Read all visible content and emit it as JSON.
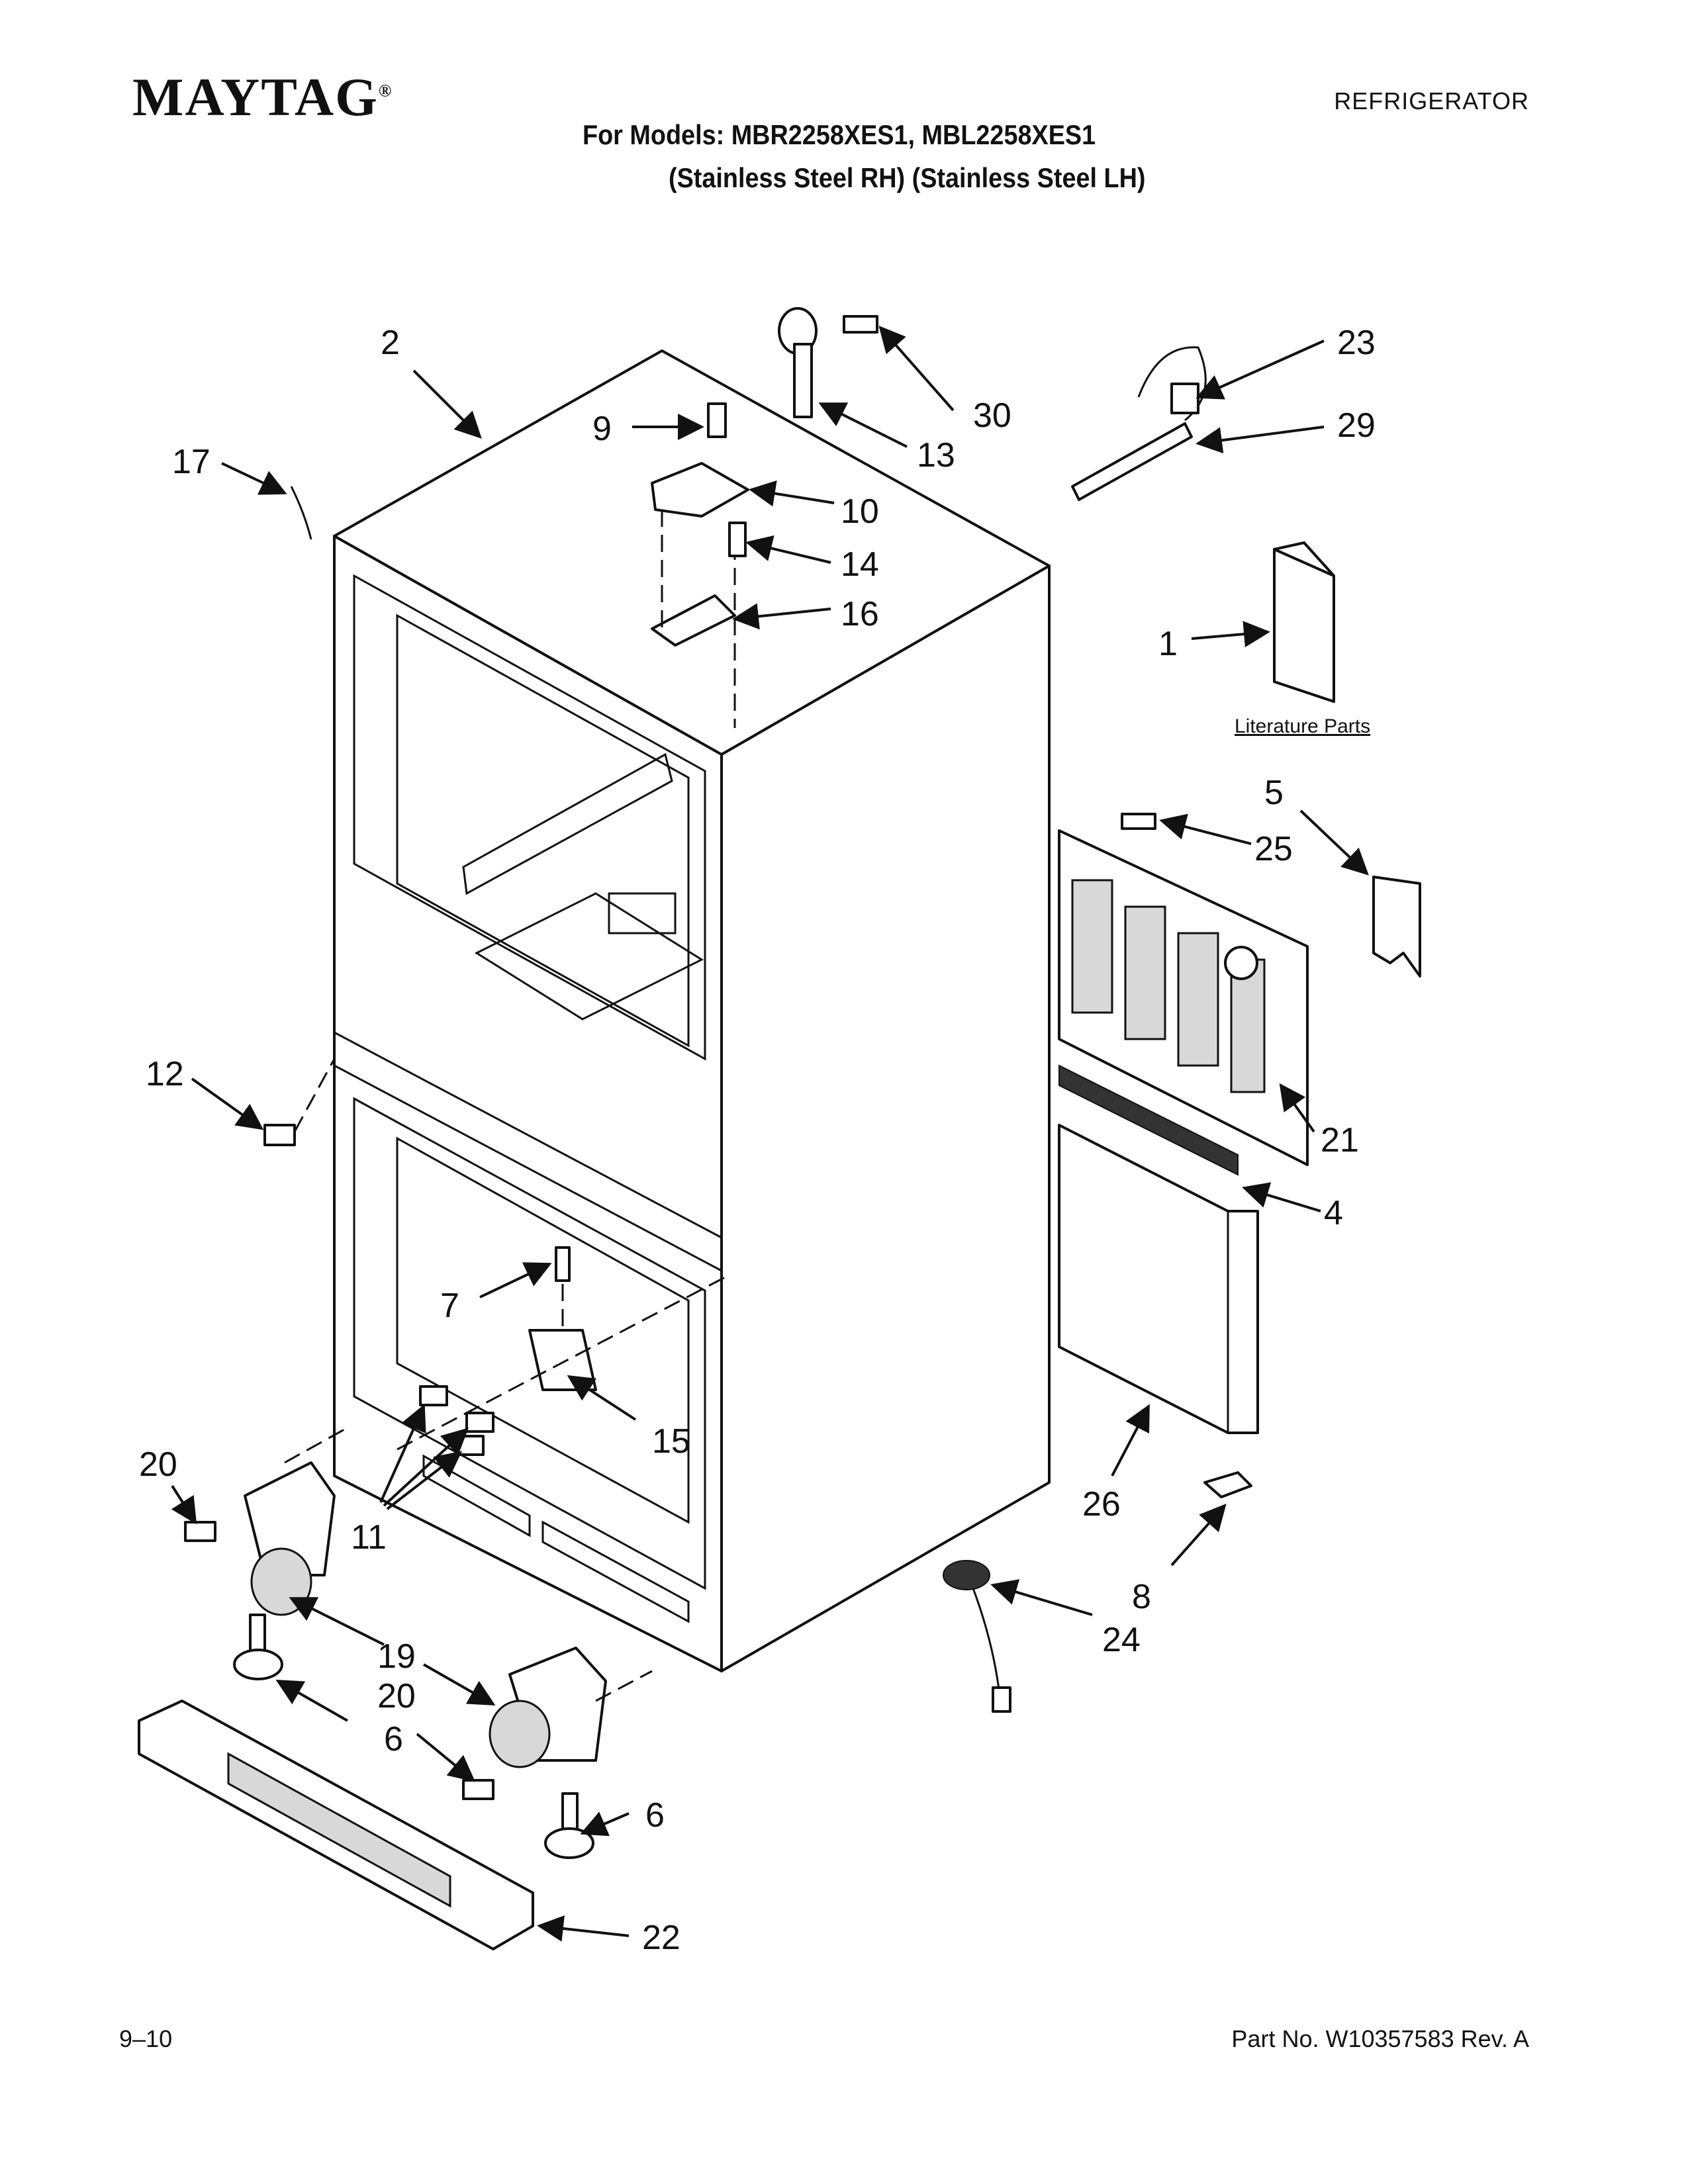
{
  "header": {
    "brand": "MAYTAG",
    "category": "REFRIGERATOR",
    "models_line": "For Models: MBR2258XES1, MBL2258XES1",
    "variants_line": "(Stainless Steel RH)  (Stainless Steel LH)"
  },
  "diagram": {
    "literature_label": "Literature Parts",
    "callouts": {
      "c1": "1",
      "c2": "2",
      "c4": "4",
      "c5": "5",
      "c6a": "6",
      "c6b": "6",
      "c7": "7",
      "c8": "8",
      "c9": "9",
      "c10": "10",
      "c11": "11",
      "c12": "12",
      "c13": "13",
      "c14": "14",
      "c15": "15",
      "c16": "16",
      "c17": "17",
      "c19": "19",
      "c20a": "20",
      "c20b": "20",
      "c21": "21",
      "c22": "22",
      "c23": "23",
      "c24": "24",
      "c25": "25",
      "c26": "26",
      "c29": "29",
      "c30": "30"
    }
  },
  "footer": {
    "date": "9–10",
    "part_number": "Part No. W10357583 Rev. A"
  }
}
